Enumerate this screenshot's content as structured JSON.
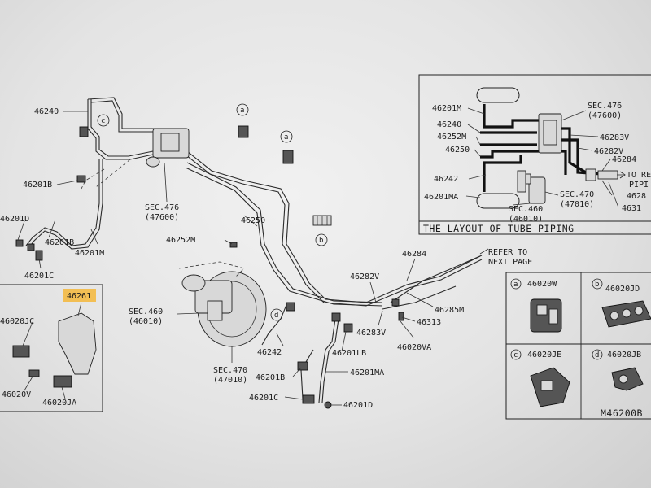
{
  "labels": {
    "l46240": "46240",
    "l46201B_a": "46201B",
    "l46201D_a": "46201D",
    "l46201B_b": "46201B",
    "l46201M": "46201M",
    "l46201C_a": "46201C",
    "sec476": "SEC.476",
    "sec476_num": "(47600)",
    "l46250": "46250",
    "l46252M": "46252M",
    "sec460": "SEC.460",
    "sec460_num": "(46010)",
    "sec470": "SEC.470",
    "sec470_num": "(47010)",
    "l46242": "46242",
    "l46201B_c": "46201B",
    "l46201LB": "46201LB",
    "l46201MA": "46201MA",
    "l46201C_b": "46201C",
    "l46201D_b": "46201D",
    "l46282V": "46282V",
    "l46283V": "46283V",
    "l46284": "46284",
    "l46285M": "46285M",
    "l46313": "46313",
    "l46020VA": "46020VA",
    "refer1": "REFER TO",
    "refer2": "NEXT PAGE",
    "mark_a": "a",
    "mark_b": "b",
    "mark_c": "c",
    "mark_d": "d"
  },
  "detail_left": {
    "l46261": "46261",
    "l46020JC": "46020JC",
    "l46020V": "46020V",
    "l46020JA": "46020JA"
  },
  "layout_box": {
    "title": "THE LAYOUT OF TUBE PIPING",
    "l46201M": "46201M",
    "l46240": "46240",
    "l46252M": "46252M",
    "l46250": "46250",
    "l46242": "46242",
    "l46201MA": "46201MA",
    "sec476": "SEC.476",
    "sec476_num": "(47600)",
    "l46283V": "46283V",
    "l46282V": "46282V",
    "l46284": "46284",
    "to_ref": "TO REF",
    "pip": "PIPI",
    "l4628x": "4628",
    "l4631x": "4631",
    "sec470": "SEC.470",
    "sec470_num": "(47010)",
    "sec460": "SEC.460",
    "sec460_num": "(46010)"
  },
  "parts_grid": {
    "a_mark": "a",
    "a_label": "46020W",
    "b_mark": "b",
    "b_label": "46020JD",
    "c_mark": "c",
    "c_label": "46020JE",
    "d_mark": "d",
    "d_label": "46020JB",
    "catalog": "M46200B"
  },
  "colors": {
    "highlight": "#f5b73a",
    "ink": "#1a1a1a"
  }
}
